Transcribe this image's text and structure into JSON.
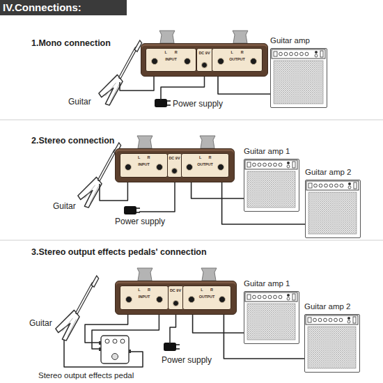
{
  "diagram": {
    "title": "IV.Connections:",
    "nodes": [
      {
        "text": [
          "L",
          "R",
          "INPUT",
          "DC 9V",
          "L",
          "R",
          "OUTPUT"
        ]
      },
      {
        "text": [
          "Guitar amp"
        ]
      },
      {
        "text": [
          "L",
          "R",
          "INPUT",
          "DC 9V",
          "L",
          "R",
          "OUTPUT"
        ]
      },
      {
        "text": [
          "Guitar amp 1"
        ]
      },
      {
        "text": [
          "Guitar amp 2"
        ]
      },
      {
        "text": [
          "L",
          "R",
          "INPUT",
          "DC 9V",
          "L",
          "R",
          "OUTPUT"
        ]
      },
      {
        "text": [
          "Guitar amp 1"
        ]
      },
      {
        "text": [
          "Guitar amp 2"
        ]
      }
    ],
    "edges": [
      {
        "from": 0,
        "to": 1,
        "arrow": "none"
      },
      {
        "from": 2,
        "to": 3,
        "arrow": "none"
      },
      {
        "from": 2,
        "to": 4,
        "arrow": "none"
      },
      {
        "from": 5,
        "to": 6,
        "arrow": "none"
      },
      {
        "from": 5,
        "to": 7,
        "arrow": "none"
      }
    ],
    "labels": [
      "1.Mono connection",
      "Guitar",
      "Power supply",
      "2.Stereo connection",
      "Guitar",
      "Power supply",
      "3.Stereo output effects pedals' connection",
      "Guitar",
      "Power supply",
      "Stereo output effects pedal"
    ]
  }
}
